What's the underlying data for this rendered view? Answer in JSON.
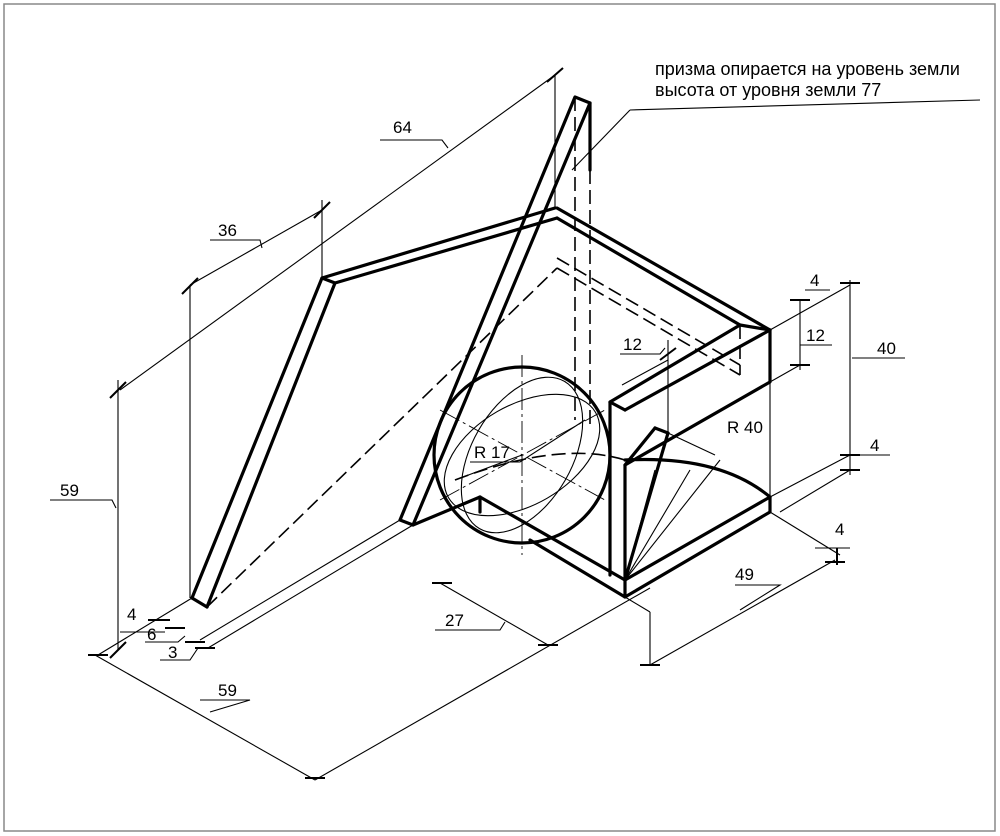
{
  "note": {
    "line1": "призма опирается на уровень земли",
    "line2": "высота от уровня земли 77"
  },
  "dimensions": {
    "d64": "64",
    "d36": "36",
    "d59_vertical": "59",
    "d4_left": "4",
    "d6_left": "6",
    "d3_left": "3",
    "d59_bottom": "59",
    "d27": "27",
    "d49": "49",
    "d4_right_bottom": "4",
    "d4_right_mid": "4",
    "d4_top": "4",
    "d12_top": "12",
    "d12_mid": "12",
    "d40": "40",
    "r40": "R 40",
    "r17": "R 17"
  }
}
